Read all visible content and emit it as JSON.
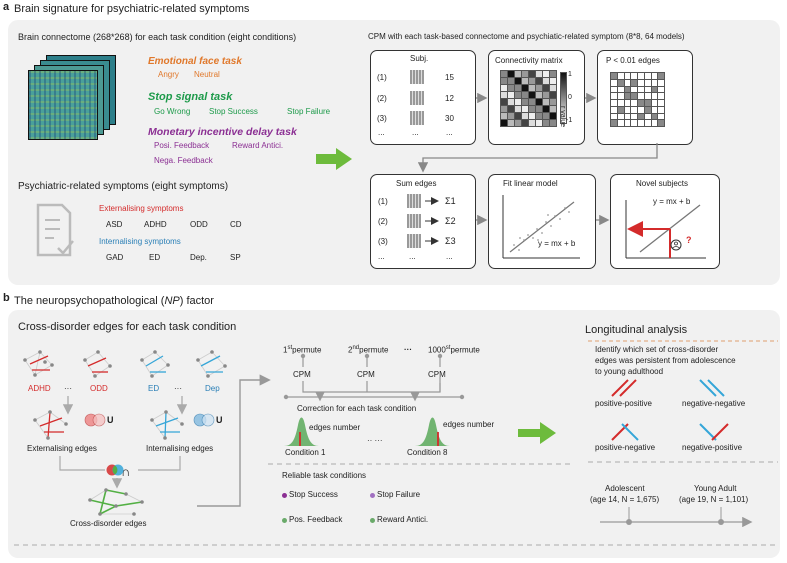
{
  "panel_a": {
    "letter": "a",
    "title": "Brain signature for psychiatric-related symptoms",
    "connectome_title": "Brain connectome (268*268) for each task condition (eight conditions)",
    "tasks": {
      "emotional": {
        "name": "Emotional face task",
        "conditions": [
          "Angry",
          "Neutral"
        ]
      },
      "stop": {
        "name": "Stop signal task",
        "conditions": [
          "Go Wrong",
          "Stop Success",
          "Stop Failure"
        ]
      },
      "mid": {
        "name": "Monetary incentive delay task",
        "conditions": [
          "Posi. Feedback",
          "Reward Antici.",
          "Nega. Feedback"
        ]
      }
    },
    "symptoms_title": "Psychiatric-related symptoms (eight symptoms)",
    "externalising": {
      "label": "Externalising symptoms",
      "items": [
        "ASD",
        "ADHD",
        "ODD",
        "CD"
      ]
    },
    "internalising": {
      "label": "Internalising symptoms",
      "items": [
        "GAD",
        "ED",
        "Dep.",
        "SP"
      ]
    },
    "cpm_title": "CPM with each task-based connectome and psychiatic-related symptom (8*8, 64 models)",
    "subj_box": {
      "header": "Subj.",
      "rows": [
        {
          "idx": "(1)",
          "n": "15"
        },
        {
          "idx": "(2)",
          "n": "12"
        },
        {
          "idx": "(3)",
          "n": "30"
        }
      ],
      "ellipsis": "..."
    },
    "conn_box": {
      "title": "Connectivity matrix",
      "scale_top": "1",
      "scale_mid": "0",
      "scale_bot": "-1",
      "axis": "r value"
    },
    "p_box": {
      "title": "P < 0.01 edges"
    },
    "sum_box": {
      "title": "Sum edges",
      "rows": [
        {
          "idx": "(1)",
          "sum": "Σ1"
        },
        {
          "idx": "(2)",
          "sum": "Σ2"
        },
        {
          "idx": "(3)",
          "sum": "Σ3"
        }
      ],
      "ellipsis": "..."
    },
    "fit_box": {
      "title": "Fit linear model",
      "eq": "y = mx + b"
    },
    "novel_box": {
      "title": "Novel subjects",
      "eq": "y = mx + b",
      "q": "?"
    }
  },
  "panel_b": {
    "letter": "b",
    "title_pre": "The neuropsychopathological (",
    "title_it": "NP",
    "title_post": ") factor",
    "cross_title": "Cross-disorder edges for each task condition",
    "disorders": {
      "adhd": "ADHD",
      "dots": "···",
      "odd": "ODD",
      "ed": "ED",
      "dep": "Dep"
    },
    "union": "U",
    "intersect": "∩",
    "ext_edges": "Externalising edges",
    "int_edges": "Internalising edges",
    "cross_edges": "Cross-disorder edges",
    "permutes": [
      {
        "sup": "st",
        "pre": "1",
        "post": "permute"
      },
      {
        "sup": "nd",
        "pre": "2",
        "post": "permute"
      },
      {
        "sup": "st",
        "pre": "1000",
        "post": "permute"
      }
    ],
    "perm_dots": "···",
    "cpm": "CPM",
    "correction": "Correction for each task condition",
    "edges_number": "edges number",
    "cond_dots": "·· ···",
    "cond1": "Condition 1",
    "cond8": "Condition 8",
    "reliable_title": "Reliable task conditions",
    "reliable": [
      {
        "label": "Stop Success",
        "color": "#8b2f93"
      },
      {
        "label": "Stop Failure",
        "color": "#a070c0"
      },
      {
        "label": "Pos. Feedback",
        "color": "#6aaa6a"
      },
      {
        "label": "Reward Antici.",
        "color": "#6aaa6a"
      }
    ],
    "long_title": "Longitudinal analysis",
    "identify": [
      "Identify which set of cross-disorder",
      "edges was persistent from adolescence",
      "to young adulthood"
    ],
    "pairs": [
      "positive-positive",
      "negative-negative",
      "positive-negative",
      "negative-positive"
    ],
    "adolescent": [
      "Adolescent",
      "(age 14, N = 1,675)"
    ],
    "young": [
      "Young Adult",
      "(age 19, N = 1,101)"
    ],
    "colors": {
      "red": "#d42b2b",
      "blue": "#35a6d8",
      "green": "#53b044",
      "accent_arrow": "#6dbb3c"
    }
  }
}
